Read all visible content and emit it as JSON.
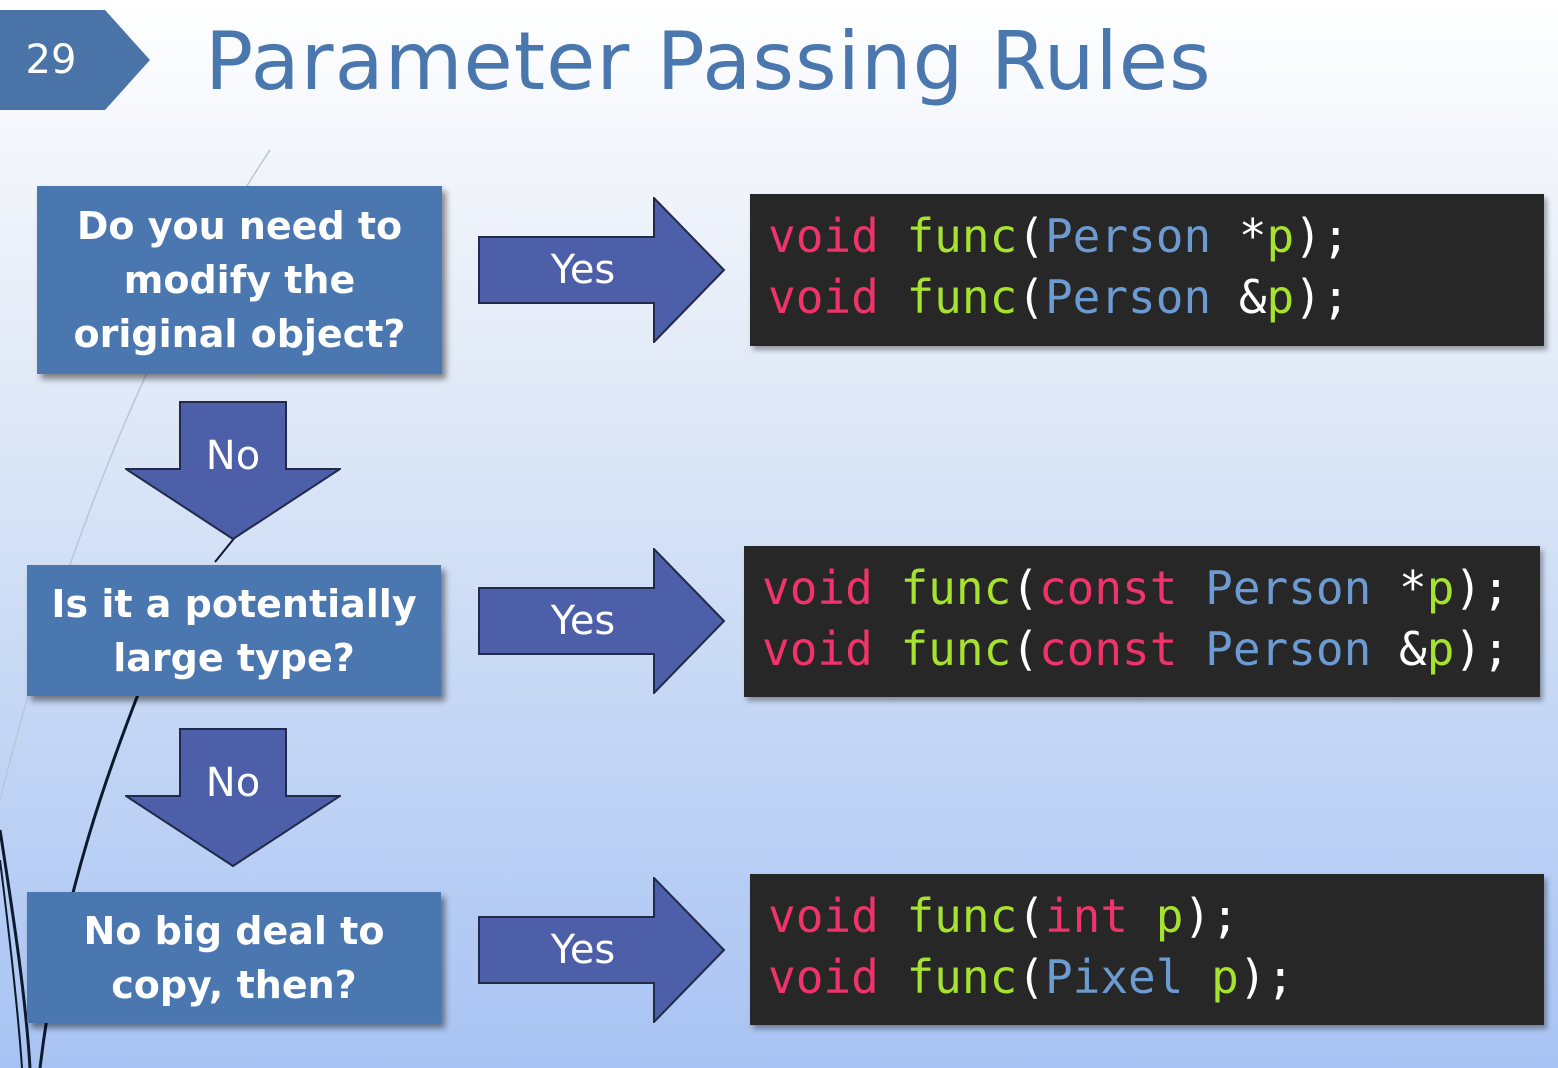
{
  "slide": {
    "number": "29",
    "title": "Parameter Passing Rules"
  },
  "questions": [
    {
      "text": "Do you need to\nmodify the\noriginal object?"
    },
    {
      "text": "Is it a potentially\nlarge type?"
    },
    {
      "text": "No big deal to\ncopy, then?"
    }
  ],
  "arrows": {
    "yes_label": "Yes",
    "no_label": "No"
  },
  "code_blocks": [
    [
      [
        {
          "t": "void",
          "c": "kw"
        },
        {
          "t": " ",
          "c": "op"
        },
        {
          "t": "func",
          "c": "fn"
        },
        {
          "t": "(",
          "c": "op"
        },
        {
          "t": "Person",
          "c": "ty"
        },
        {
          "t": " *",
          "c": "op"
        },
        {
          "t": "p",
          "c": "fn"
        },
        {
          "t": ");",
          "c": "op"
        }
      ],
      [
        {
          "t": "void",
          "c": "kw"
        },
        {
          "t": " ",
          "c": "op"
        },
        {
          "t": "func",
          "c": "fn"
        },
        {
          "t": "(",
          "c": "op"
        },
        {
          "t": "Person",
          "c": "ty"
        },
        {
          "t": " &",
          "c": "op"
        },
        {
          "t": "p",
          "c": "fn"
        },
        {
          "t": ");",
          "c": "op"
        }
      ]
    ],
    [
      [
        {
          "t": "void",
          "c": "kw"
        },
        {
          "t": " ",
          "c": "op"
        },
        {
          "t": "func",
          "c": "fn"
        },
        {
          "t": "(",
          "c": "op"
        },
        {
          "t": "const",
          "c": "kw"
        },
        {
          "t": " ",
          "c": "op"
        },
        {
          "t": "Person",
          "c": "ty"
        },
        {
          "t": " *",
          "c": "op"
        },
        {
          "t": "p",
          "c": "fn"
        },
        {
          "t": ");",
          "c": "op"
        }
      ],
      [
        {
          "t": "void",
          "c": "kw"
        },
        {
          "t": " ",
          "c": "op"
        },
        {
          "t": "func",
          "c": "fn"
        },
        {
          "t": "(",
          "c": "op"
        },
        {
          "t": "const",
          "c": "kw"
        },
        {
          "t": " ",
          "c": "op"
        },
        {
          "t": "Person",
          "c": "ty"
        },
        {
          "t": " &",
          "c": "op"
        },
        {
          "t": "p",
          "c": "fn"
        },
        {
          "t": ");",
          "c": "op"
        }
      ]
    ],
    [
      [
        {
          "t": "void",
          "c": "kw"
        },
        {
          "t": " ",
          "c": "op"
        },
        {
          "t": "func",
          "c": "fn"
        },
        {
          "t": "(",
          "c": "op"
        },
        {
          "t": "int",
          "c": "kw"
        },
        {
          "t": " ",
          "c": "op"
        },
        {
          "t": "p",
          "c": "fn"
        },
        {
          "t": ");",
          "c": "op"
        }
      ],
      [
        {
          "t": "void",
          "c": "kw"
        },
        {
          "t": " ",
          "c": "op"
        },
        {
          "t": "func",
          "c": "fn"
        },
        {
          "t": "(",
          "c": "op"
        },
        {
          "t": "Pixel",
          "c": "ty"
        },
        {
          "t": " ",
          "c": "op"
        },
        {
          "t": "p",
          "c": "fn"
        },
        {
          "t": ");",
          "c": "op"
        }
      ]
    ]
  ],
  "colors": {
    "accent": "#4a77b0",
    "arrow_fill": "#4d5fa8",
    "code_bg": "#272727",
    "keyword": "#f0336b",
    "function": "#a6e22e",
    "type": "#6c9bd2"
  }
}
